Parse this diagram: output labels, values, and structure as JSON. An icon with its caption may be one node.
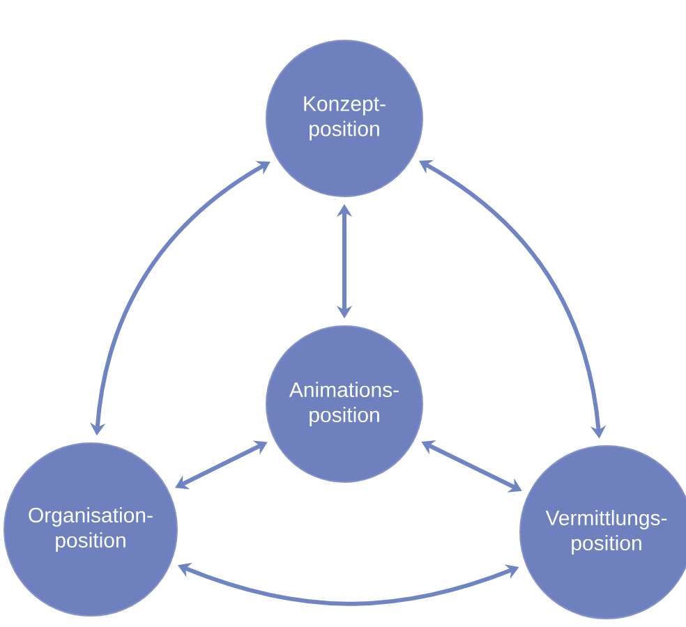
{
  "diagram": {
    "nodes": [
      {
        "text": [
          "Konzept-position"
        ]
      },
      {
        "text": [
          "Animations-position"
        ]
      },
      {
        "text": [
          "Organisation-position"
        ]
      },
      {
        "text": [
          "Vermittlungs-position"
        ]
      }
    ],
    "edges": [
      {
        "from": 0,
        "to": 1,
        "arrow": "both"
      },
      {
        "from": 0,
        "to": 2,
        "arrow": "both"
      },
      {
        "from": 0,
        "to": 3,
        "arrow": "both"
      },
      {
        "from": 1,
        "to": 2,
        "arrow": "both"
      },
      {
        "from": 1,
        "to": 3,
        "arrow": "both"
      },
      {
        "from": 2,
        "to": 3,
        "arrow": "both"
      }
    ]
  }
}
